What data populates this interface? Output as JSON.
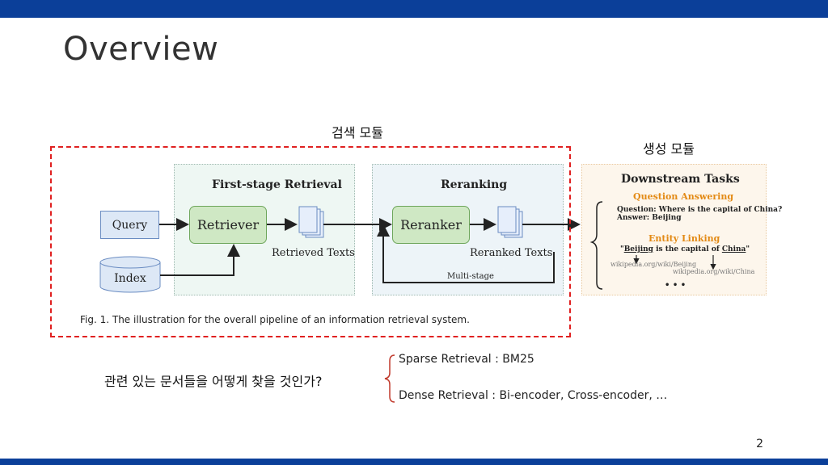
{
  "slide": {
    "title": "Overview",
    "page_number": "2",
    "retrieval_module_label": "검색 모듈",
    "generation_module_label": "생성 모듈",
    "question": "관련 있는 문서들을 어떻게 찾을 것인가?",
    "methods": [
      "Sparse Retrieval : BM25",
      "Dense Retrieval : Bi-encoder, Cross-encoder, …"
    ]
  },
  "figure": {
    "stage1_title": "First-stage Retrieval",
    "stage2_title": "Reranking",
    "stage3_title": "Downstream Tasks",
    "query": "Query",
    "index": "Index",
    "retriever": "Retriever",
    "retrieved_texts": "Retrieved Texts",
    "reranker": "Reranker",
    "reranked_texts": "Reranked Texts",
    "multi_stage": "Multi-stage",
    "qa_title": "Question Answering",
    "qa_question": "Question: Where is the capital of China?",
    "qa_answer": "Answer: Beijing",
    "el_title": "Entity Linking",
    "el_sentence_part1": "\"",
    "el_beijing": "Beijing",
    "el_middle": " is the capital of ",
    "el_china": "China",
    "el_end": "\"",
    "el_link1": "wikipedia.org/wiki/Beijing",
    "el_link2": "wikipedia.org/wiki/China",
    "ellipsis": "• • •",
    "caption": "Fig. 1. The illustration for the overall pipeline of an information retrieval system."
  },
  "colors": {
    "header_bar": "#0b3f99",
    "dashed_box": "#e02020",
    "retriever_fill": "#cfe8c4",
    "query_fill": "#dde8f6",
    "task_orange": "#e38a15"
  }
}
